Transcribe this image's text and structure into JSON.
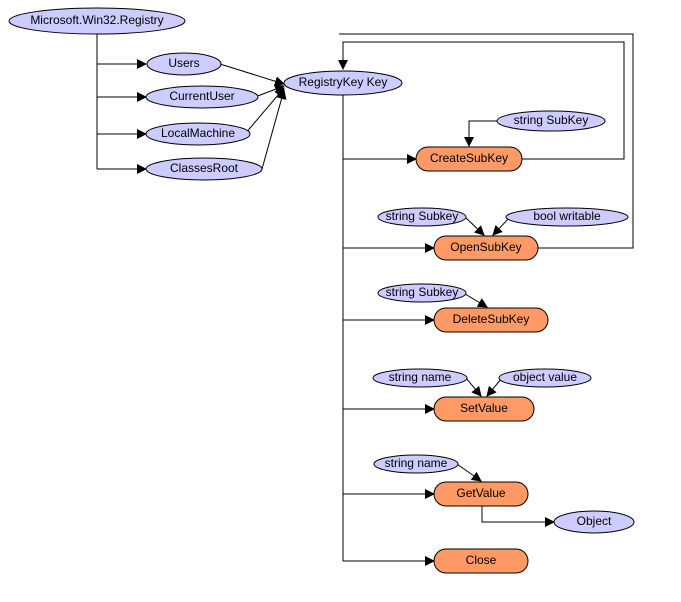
{
  "colors": {
    "class_fill": "#ccccff",
    "method_fill": "#ff9966",
    "stroke": "#000000",
    "background": "#ffffff"
  },
  "nodes": {
    "registry": "Microsoft.Win32.Registry",
    "users": "Users",
    "current_user": "CurrentUser",
    "local_machine": "LocalMachine",
    "classes_root": "ClassesRoot",
    "registry_key": "RegistryKey Key",
    "create_subkey": "CreateSubKey",
    "create_subkey_param": "string SubKey",
    "open_subkey": "OpenSubKey",
    "open_subkey_param1": "string Subkey",
    "open_subkey_param2": "bool writable",
    "delete_subkey": "DeleteSubKey",
    "delete_subkey_param": "string Subkey",
    "set_value": "SetValue",
    "set_value_param1": "string name",
    "set_value_param2": "object value",
    "get_value": "GetValue",
    "get_value_param": "string name",
    "object": "Object",
    "close": "Close"
  }
}
